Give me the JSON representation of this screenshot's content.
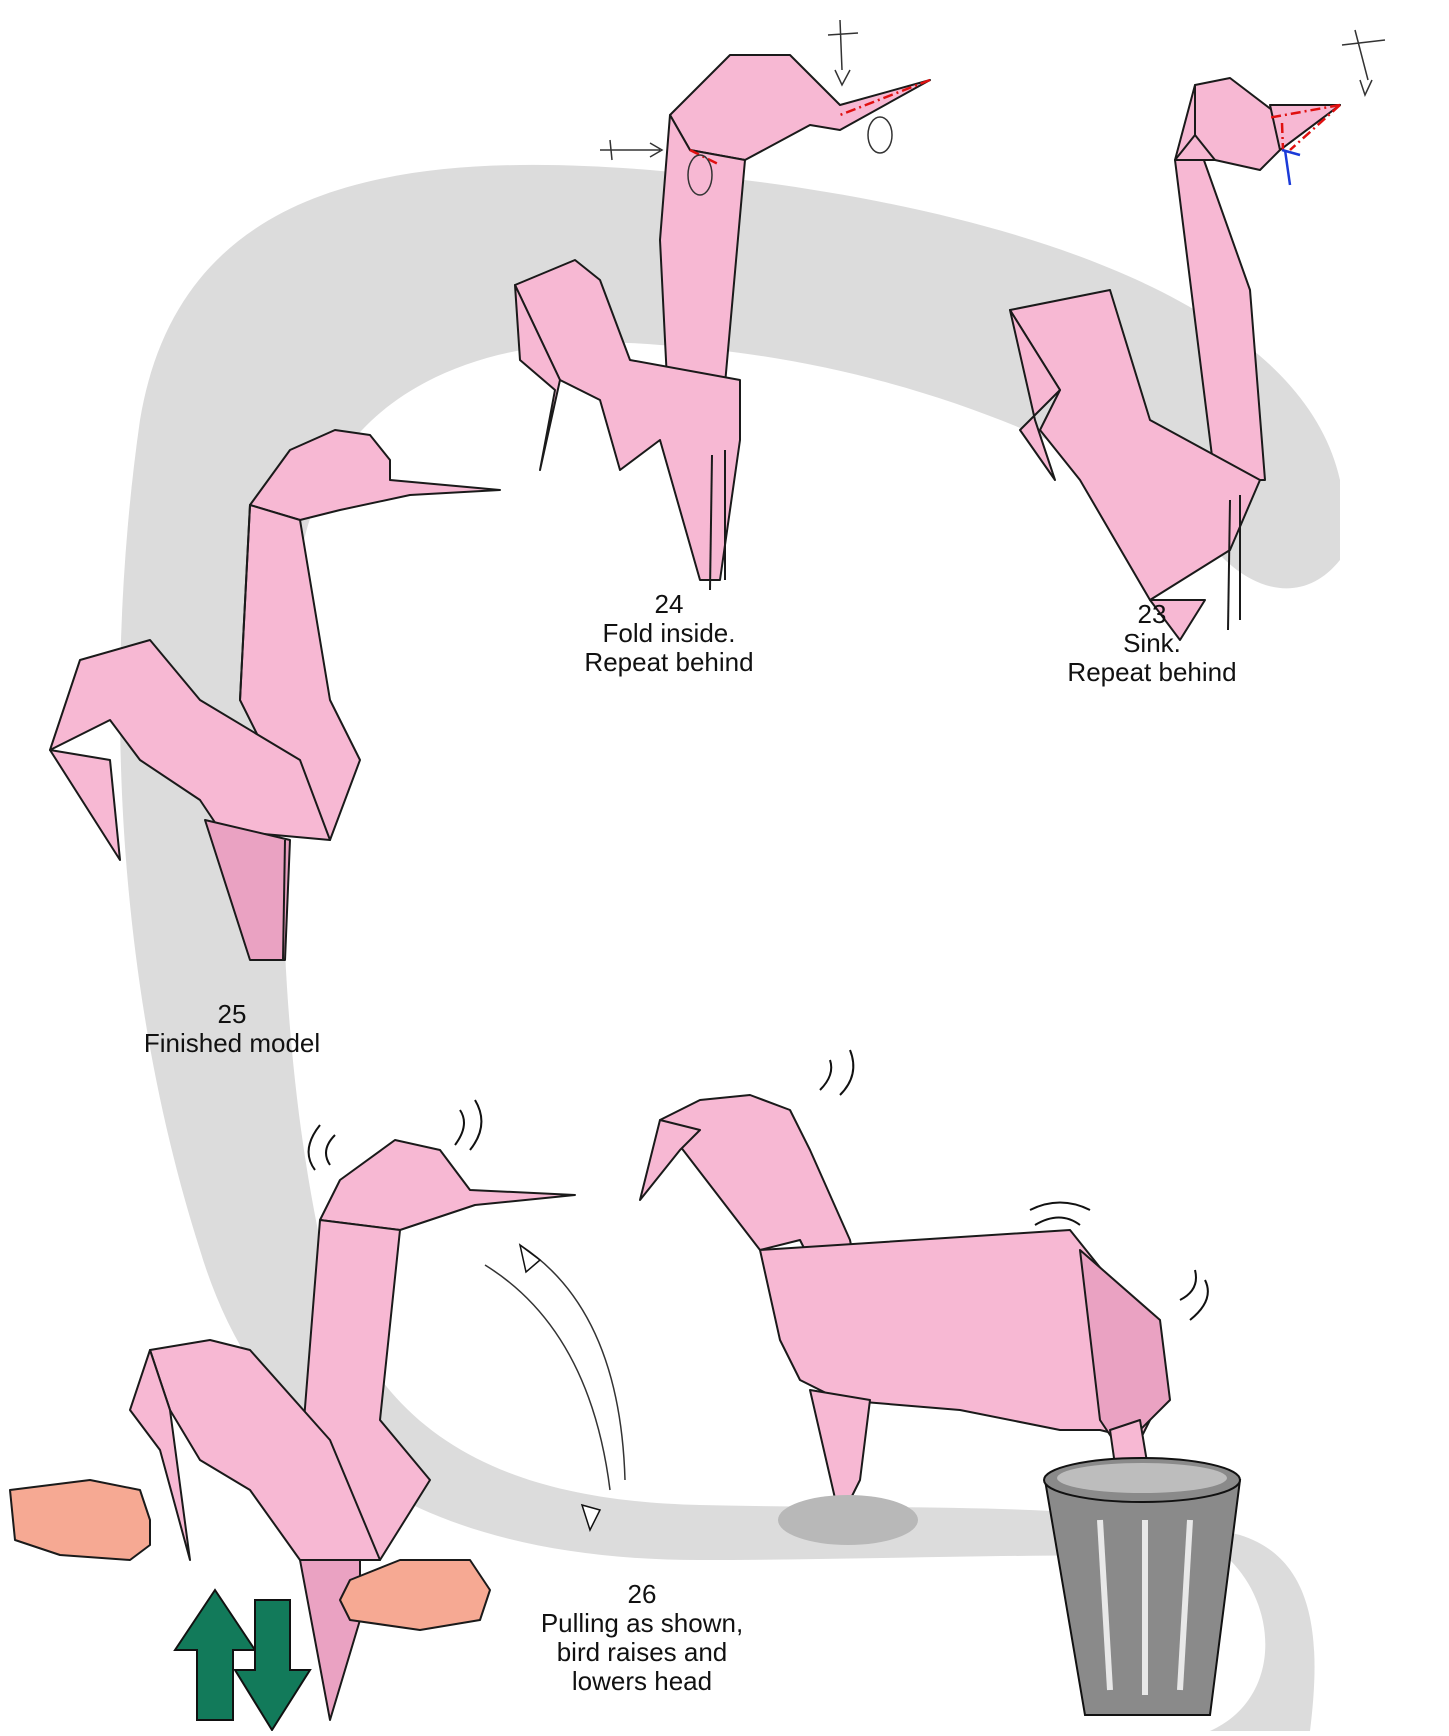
{
  "steps": [
    {
      "number": "23",
      "text": [
        "Sink.",
        "Repeat behind"
      ]
    },
    {
      "number": "24",
      "text": [
        "Fold inside.",
        "Repeat behind"
      ]
    },
    {
      "number": "25",
      "text": [
        "Finished model"
      ]
    },
    {
      "number": "26",
      "text": [
        "Pulling as shown,",
        "bird raises and",
        "lowers head"
      ]
    }
  ],
  "colors": {
    "paper": "#f7b8d3",
    "paper_shade": "#eaa2c2",
    "path_band": "#dcdcdc",
    "mountain_fold": "#e01010",
    "valley_fold": "#1a3ad8",
    "hand": "#f6a993",
    "trash_can": "#8a8a8a",
    "arrow_green": "#127a5a"
  }
}
